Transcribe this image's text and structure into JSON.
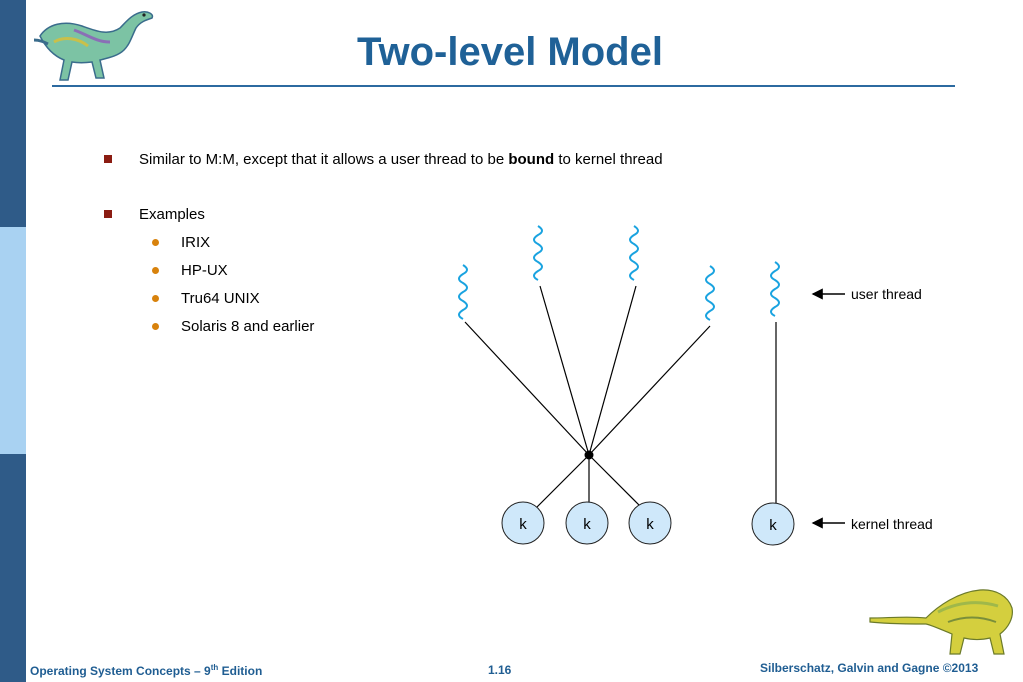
{
  "title": "Two-level Model",
  "bullet1": {
    "before": "Similar to M:M, except that it allows a user thread to be ",
    "bold": "bound",
    "after": " to kernel thread"
  },
  "bullet2": {
    "label": "Examples",
    "items": [
      "IRIX",
      "HP-UX",
      "Tru64 UNIX",
      "Solaris 8 and earlier"
    ]
  },
  "diagram": {
    "user_thread_label": "user thread",
    "kernel_thread_label": "kernel thread",
    "kernel_node_label": "k"
  },
  "footer": {
    "left_prefix": "Operating System Concepts – 9",
    "left_sup": "th",
    "left_suffix": " Edition",
    "page": "1.16",
    "right": "Silberschatz, Galvin and Gagne ©2013"
  },
  "colors": {
    "title": "#1f6197",
    "sidebar": "#2f5b88",
    "sidebar_light": "#a9d2f2",
    "thread_wave": "#1aa3e0",
    "kernel_node": "#cfe8fa"
  }
}
